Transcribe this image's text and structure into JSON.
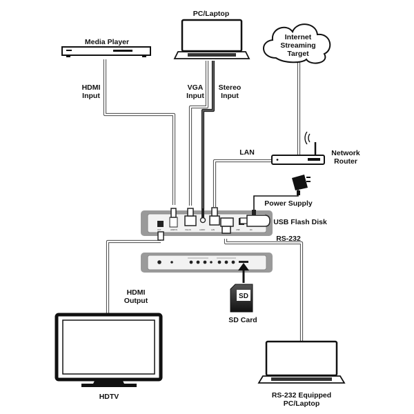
{
  "devices": {
    "media_player": "Media Player",
    "pc_laptop": "PC/Laptop",
    "cloud_line1": "Internet",
    "cloud_line2": "Streaming",
    "cloud_line3": "Target",
    "router_line1": "Network",
    "router_line2": "Router",
    "power_supply": "Power Supply",
    "usb_flash": "USB Flash Disk",
    "rs232": "RS-232",
    "hdtv": "HDTV",
    "sd_card": "SD Card",
    "sd_card_face": "SD",
    "rs232_pc_line1": "RS-232 Equipped",
    "rs232_pc_line2": "PC/Laptop"
  },
  "connections": {
    "hdmi_input_1": "HDMI",
    "hdmi_input_2": "Input",
    "vga_input_1": "VGA",
    "vga_input_2": "Input",
    "stereo_input_1": "Stereo",
    "stereo_input_2": "Input",
    "lan": "LAN",
    "hdmi_output_1": "HDMI",
    "hdmi_output_2": "Output"
  },
  "colors": {
    "device_panel": "#9a9a9a",
    "panel_face": "#f2f2f2",
    "cable": "#444444",
    "line": "#111111"
  },
  "icons": [
    "media-player-icon",
    "laptop-icon",
    "cloud-icon",
    "router-icon",
    "power-adapter-icon",
    "usb-drive-icon",
    "tv-icon",
    "sd-card-icon"
  ]
}
